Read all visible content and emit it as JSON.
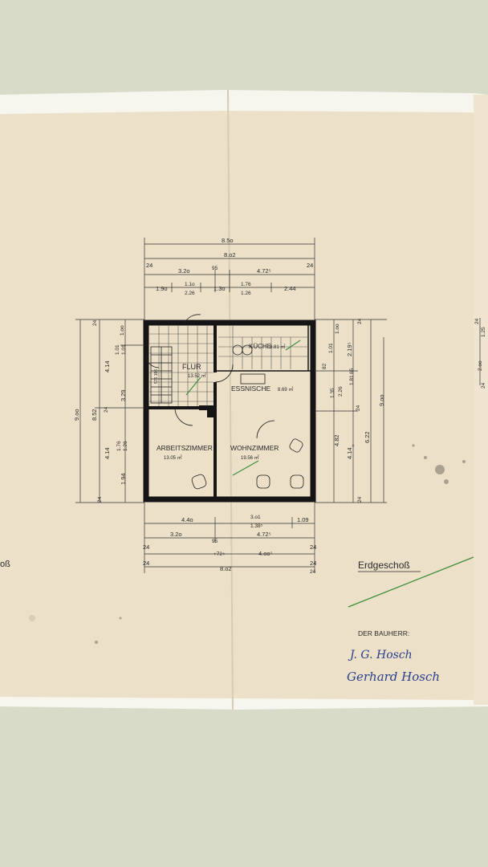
{
  "plan": {
    "rooms": [
      {
        "id": "flur",
        "name": "FLUR",
        "area": "13.52 ㎡"
      },
      {
        "id": "kueche",
        "name": "KÜCHE",
        "area": "8.81 ㎡"
      },
      {
        "id": "essnische",
        "name": "ESSNISCHE",
        "area": "8.69 ㎡"
      },
      {
        "id": "arbeitszimmer",
        "name": "ARBEITSZIMMER",
        "area": "13.05 ㎡"
      },
      {
        "id": "wohnzimmer",
        "name": "WOHNZIMMER",
        "area": "19.56 ㎡"
      }
    ],
    "stair_label": "576 196",
    "floor_label": "Erdgeschoß",
    "edge_fragment": "oß",
    "dimensions": {
      "top": [
        "8.5o",
        "8.o2",
        "24",
        "3.2o",
        "95",
        "4.72⁵",
        "24",
        "1.9o",
        "1.1o",
        "2.26",
        "1.3o",
        "1.76",
        "1.26",
        "2.44"
      ],
      "bottom": [
        "4.4o",
        "3.o1",
        "1.38⁵",
        "1.09",
        "24",
        "3.2o",
        "95",
        "4.72⁵",
        "24",
        "+72+",
        "4.oo⁵",
        "24",
        "24",
        "8.o2",
        "24"
      ],
      "left": [
        "24",
        "1.oo",
        "1.01",
        "1.01",
        "4.14",
        "3.29",
        "9.oo",
        "8.52",
        "24",
        "1.76",
        "1.26",
        "4.14",
        "1.94",
        "24"
      ],
      "right": [
        "24",
        "1.oo",
        "2.19⁵",
        "82",
        "1.01",
        "1.35",
        "2.26",
        "1.81",
        "65",
        "24",
        "9.oo",
        "4.82",
        "4.14",
        "6.22",
        "24"
      ],
      "far_right": [
        "24",
        "1.25",
        "2.oo",
        "24"
      ]
    }
  },
  "signature": {
    "label": "DER BAUHERR:",
    "line1": "J. G. Hosch",
    "line2": "Gerhard Hosch"
  }
}
